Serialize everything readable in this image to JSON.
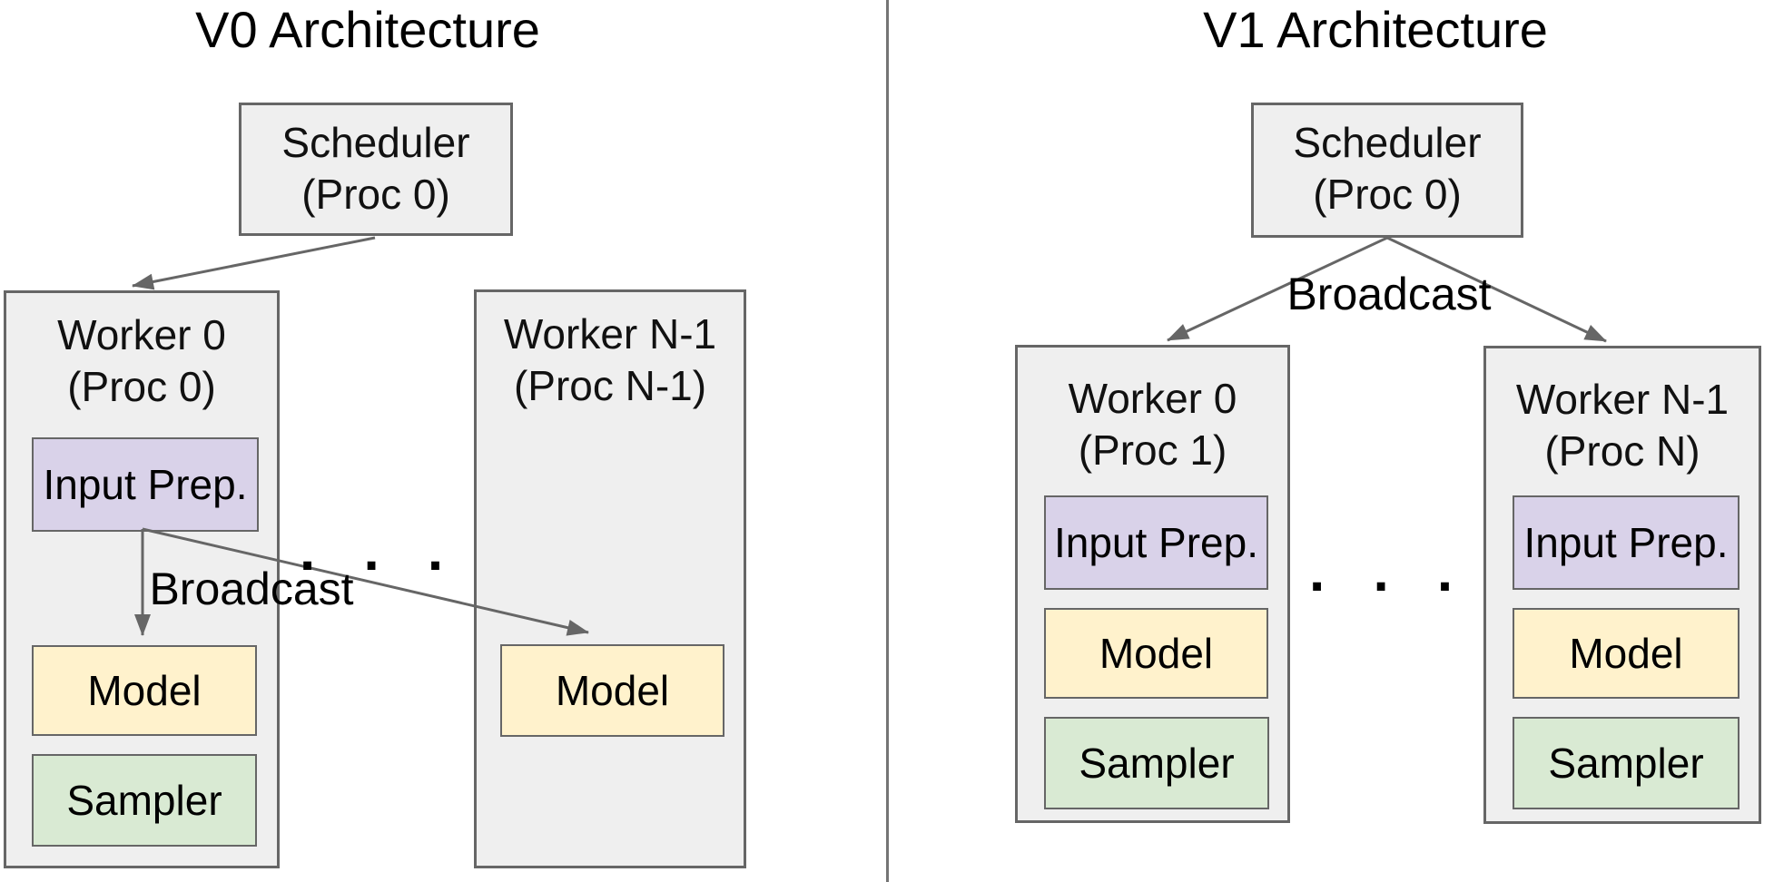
{
  "colors": {
    "box_fill": "#efefef",
    "box_border": "#666666",
    "input_prep_fill": "#d9d2e9",
    "model_fill": "#fff2cc",
    "sampler_fill": "#d9ead3",
    "arrow": "#666666",
    "divider": "#757575",
    "text": "#000000"
  },
  "v0": {
    "title": "V0 Architecture",
    "scheduler": {
      "name": "Scheduler",
      "proc": "(Proc 0)"
    },
    "broadcast_label": "Broadcast",
    "ellipsis": ". . .",
    "workers": [
      {
        "name": "Worker 0",
        "proc": "(Proc 0)",
        "components": {
          "input_prep": "Input Prep.",
          "model": "Model",
          "sampler": "Sampler"
        }
      },
      {
        "name": "Worker N-1",
        "proc": "(Proc N-1)",
        "components": {
          "model": "Model"
        }
      }
    ]
  },
  "v1": {
    "title": "V1 Architecture",
    "scheduler": {
      "name": "Scheduler",
      "proc": "(Proc 0)"
    },
    "broadcast_label": "Broadcast",
    "ellipsis": ". . .",
    "workers": [
      {
        "name": "Worker 0",
        "proc": "(Proc 1)",
        "components": {
          "input_prep": "Input Prep.",
          "model": "Model",
          "sampler": "Sampler"
        }
      },
      {
        "name": "Worker N-1",
        "proc": "(Proc N)",
        "components": {
          "input_prep": "Input Prep.",
          "model": "Model",
          "sampler": "Sampler"
        }
      }
    ]
  }
}
